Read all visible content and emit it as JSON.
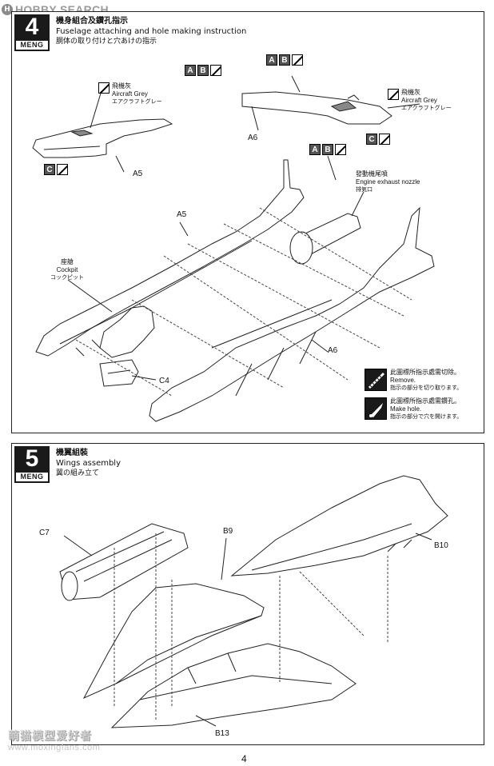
{
  "watermark_top": {
    "logo": "H",
    "text": "HOBBY SEARCH"
  },
  "step4": {
    "number": "4",
    "brand": "MENG",
    "title_cn": "機身組合及鑽孔指示",
    "title_en": "Fuselage attaching and hole making instruction",
    "title_jp": "胴体の取り付けと穴あけの指示",
    "paint_ab": [
      "A",
      "B"
    ],
    "paint_c": "C",
    "color_note": {
      "cn": "飛機灰",
      "en": "Aircraft Grey",
      "jp": "エアクラフトグレー"
    },
    "labels": {
      "a5": "A5",
      "a6": "A6",
      "c4": "C4"
    },
    "cockpit": {
      "cn": "座艙",
      "en": "Cockpit",
      "jp": "コックピット"
    },
    "nozzle": {
      "cn": "發動機尾噴",
      "en": "Engine exhaust nozzle",
      "jp": "排気口"
    },
    "legend": {
      "remove": {
        "cn": "此圖標所指示處需切除。",
        "en": "Remove.",
        "jp": "指示の部分を切り取ります。"
      },
      "hole": {
        "cn": "此圖標所指示處需鑽孔。",
        "en": "Make hole.",
        "jp": "指示の部分で穴を開けます。"
      }
    }
  },
  "step5": {
    "number": "5",
    "brand": "MENG",
    "title_cn": "機翼組裝",
    "title_en": "Wings assembly",
    "title_jp": "翼の組み立て",
    "labels": {
      "c7": "C7",
      "b9": "B9",
      "b10": "B10",
      "b13": "B13"
    }
  },
  "watermark_bottom": {
    "cn": "萌猫模型爱好者",
    "url": "www.moxingfans.com"
  },
  "page_number": "4"
}
